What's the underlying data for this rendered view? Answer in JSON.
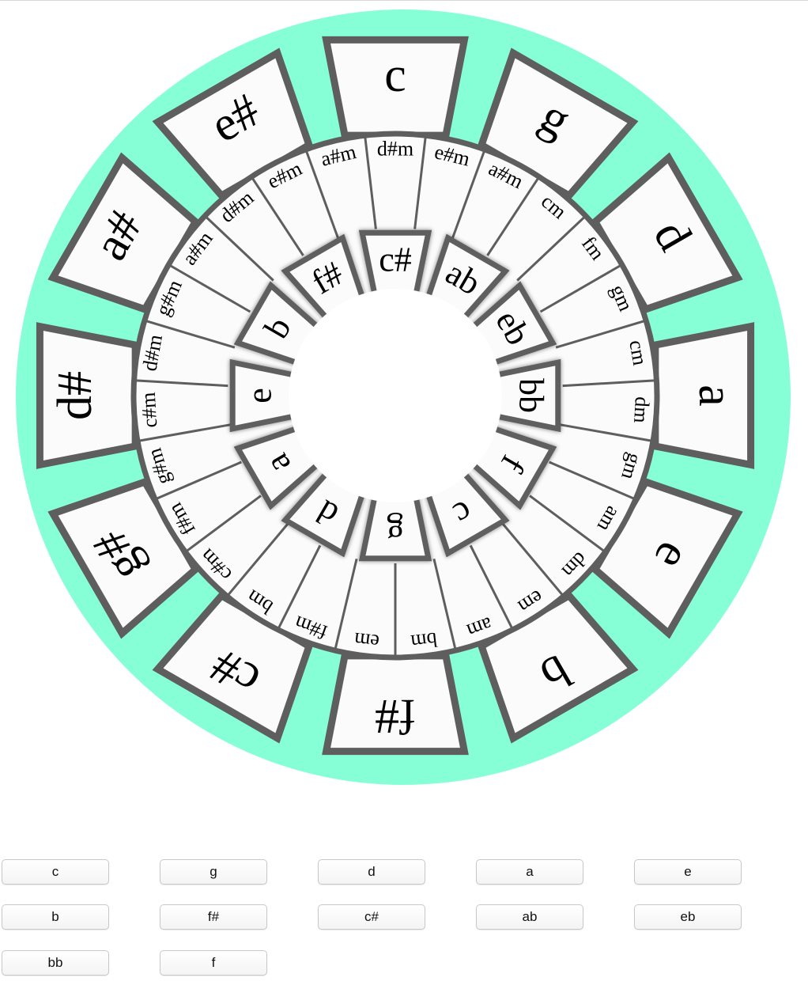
{
  "colors": {
    "ring_background": "#86ffd6",
    "segment_border": "#5e5e5e",
    "segment_fill": "#fbfbfb"
  },
  "wheel": {
    "outer_keys": [
      "c",
      "g",
      "d",
      "a",
      "e",
      "b",
      "f#",
      "c#",
      "g#",
      "d#",
      "a#",
      "e#"
    ],
    "minor_keys": [
      "d#m",
      "e#m",
      "a#m",
      "cm",
      "fm",
      "gm",
      "cm",
      "dm",
      "gm",
      "am",
      "dm",
      "em",
      "am",
      "bm",
      "em",
      "f#m",
      "bm",
      "c#m",
      "f#m",
      "g#m",
      "c#m",
      "d#m",
      "g#m",
      "a#m",
      "d#m",
      "e#m",
      "a#m"
    ],
    "inner_keys": [
      "c#",
      "ab",
      "eb",
      "bb",
      "f",
      "c",
      "g",
      "d",
      "a",
      "e",
      "b",
      "f#"
    ]
  },
  "buttons": [
    {
      "label": "c"
    },
    {
      "label": "g"
    },
    {
      "label": "d"
    },
    {
      "label": "a"
    },
    {
      "label": "e"
    },
    {
      "label": "b"
    },
    {
      "label": "f#"
    },
    {
      "label": "c#"
    },
    {
      "label": "ab"
    },
    {
      "label": "eb"
    },
    {
      "label": "bb"
    },
    {
      "label": "f"
    }
  ]
}
